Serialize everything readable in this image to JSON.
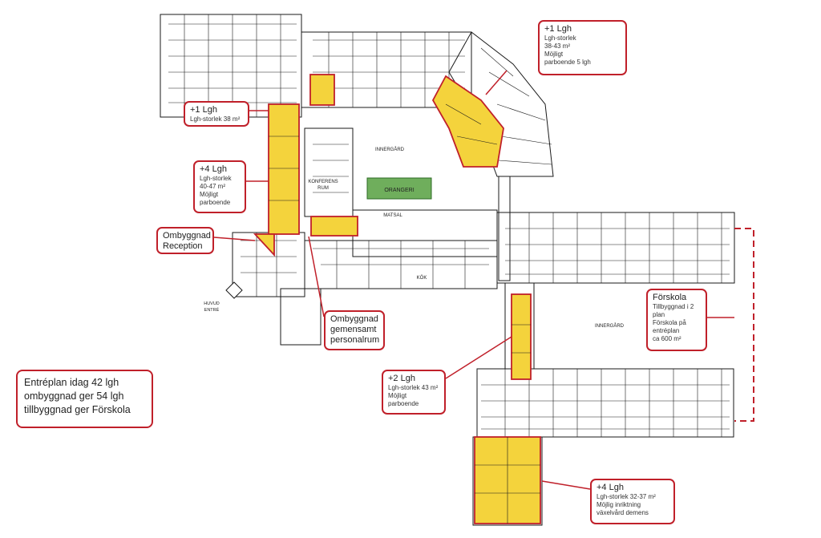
{
  "callouts": {
    "top_right": {
      "title": "+1 Lgh",
      "lines": [
        "Lgh-storlek",
        "38-43 m²",
        "Möjligt",
        "parboende 5 lgh"
      ]
    },
    "left_top": {
      "title": "+1 Lgh",
      "lines": [
        "Lgh-storlek 38 m²"
      ]
    },
    "left_mid": {
      "title": "+4 Lgh",
      "lines": [
        "Lgh-storlek",
        "40-47 m²",
        "Möjligt",
        "parboende"
      ]
    },
    "reception": {
      "lines": [
        "Ombyggnad",
        "Reception"
      ]
    },
    "personal": {
      "lines": [
        "Ombyggnad",
        "gemensamt",
        "personalrum"
      ]
    },
    "plus2": {
      "title": "+2 Lgh",
      "lines": [
        "Lgh-storlek 43 m²",
        "Möjligt",
        "parboende"
      ]
    },
    "forskola": {
      "title": "Förskola",
      "lines": [
        "Tillbyggnad i 2",
        "plan",
        "Förskola på",
        "entréplan",
        "ca 600 m²"
      ]
    },
    "bottom_right": {
      "title": "+4 Lgh",
      "lines": [
        "Lgh-storlek 32-37 m²",
        "Möjlig inriktning",
        "växelvård demens"
      ]
    }
  },
  "summary": [
    "Entréplan idag 42 lgh",
    "ombyggnad ger 54 lgh",
    "tillbyggnad ger Förskola"
  ],
  "plan_labels": {
    "innergard_top": "INNERGÅRD",
    "innergard_right": "INNERGÅRD",
    "orangeri": "ORANGERI",
    "matsal": "MATSAL",
    "kok": "KÖK",
    "konferens": "KONFERENS",
    "konferens2": "RUM",
    "huvud": "HUVUD",
    "entre": "ENTRÉ"
  },
  "colors": {
    "accent": "#c0202a",
    "highlight": "#f4d33c",
    "orangeri": "#6fae5c",
    "walls": "#1a1a1a"
  }
}
